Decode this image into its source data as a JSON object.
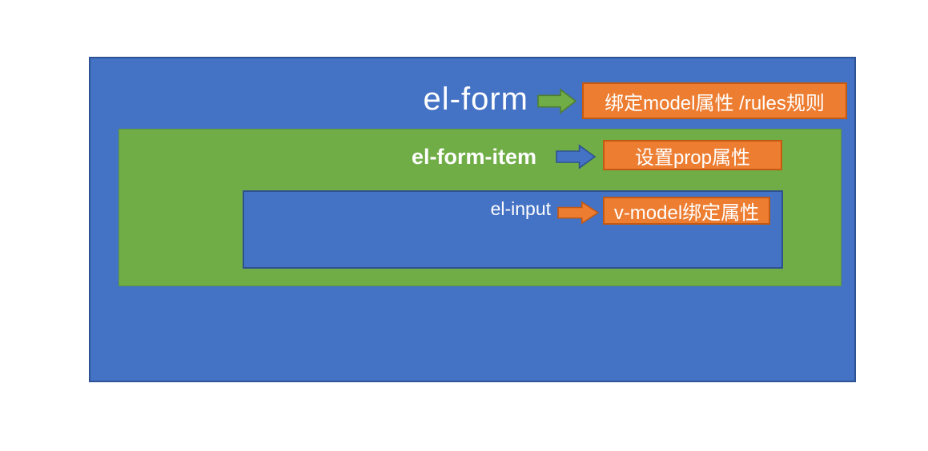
{
  "colors": {
    "blue_fill": "#4472C4",
    "blue_border": "#2E5395",
    "inner_blue_border": "#2F528F",
    "green_fill": "#70AD47",
    "green_border": "#507E32",
    "orange_fill": "#ED7D31",
    "orange_border": "#C45911",
    "text": "#FFFFFF"
  },
  "diagram": {
    "rows": [
      {
        "label": "el-form",
        "arrow_icon": "green-right-arrow",
        "annotation": "绑定model属性 /rules规则"
      },
      {
        "label": "el-form-item",
        "arrow_icon": "blue-right-arrow",
        "annotation": "设置prop属性"
      },
      {
        "label": "el-input",
        "arrow_icon": "orange-right-arrow",
        "annotation": "v-model绑定属性"
      }
    ]
  }
}
